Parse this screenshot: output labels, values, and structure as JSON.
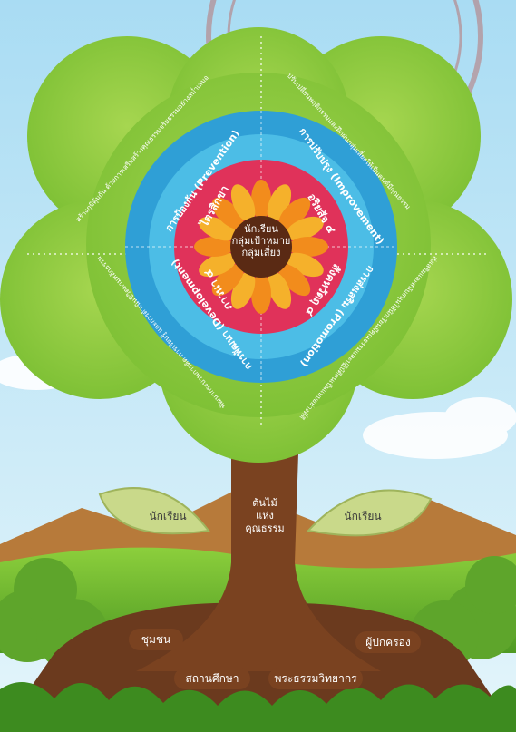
{
  "center": {
    "line1": "นักเรียน",
    "line2": "กลุ่มเป้าหมาย",
    "line3": "กลุ่มเสี่ยง"
  },
  "inner_ring": {
    "top_left": "ไตรสิกขา",
    "top_right": "อริยสัจ ๔",
    "bottom_left": "ภาวนา ๔",
    "bottom_right": "สังคหวัตถุ ๔"
  },
  "middle_ring": {
    "top_left": "การป้องกัน (Prevention)",
    "top_right": "การปรับปรุง (Improvement)",
    "bottom_left": "การพัฒนา (Development)",
    "bottom_right": "การส่งเสริม (Promotion)"
  },
  "outer_text": {
    "left_top": "สร้างภูมิคุ้มกัน ด้วยการเสริมสร้างคุณธรรมจริยธรรมอย่างสม่ำเสมอ",
    "right_top": "ปรับเปลี่ยนพฤติกรรมและฝึกฝนกลุ่มเสี่ยงให้เป็นคนดีมีคุณธรรม",
    "left_bottom": "พัฒนากระบวนการคิด การเรียนรู้ และการดำเนินชีวิตตามหลักธรรม",
    "right_bottom": "ส่งเสริมและสนับสนุนให้นักเรียนมีคุณธรรมและปฏิบัติตนเป็นแบบอย่างที่ดี"
  },
  "trunk": {
    "line1": "ต้นไม้",
    "line2": "แห่ง",
    "line3": "คุณธรรม"
  },
  "leaves": {
    "left": "นักเรียน",
    "right": "นักเรียน"
  },
  "roots": {
    "community": "ชุมชน",
    "parents": "ผู้ปกครอง",
    "school": "สถานศึกษา",
    "monks": "พระธรรมวิทยากร"
  },
  "colors": {
    "canopy": "#8cc63f",
    "outer_ring": "#2f9fd6",
    "middle_ring": "#4cbde6",
    "inner_ring": "#e0325a",
    "flower": "#f7a21b",
    "trunk": "#7a4220",
    "soil": "#6b3a1e",
    "sky": "#bfe6f7"
  }
}
